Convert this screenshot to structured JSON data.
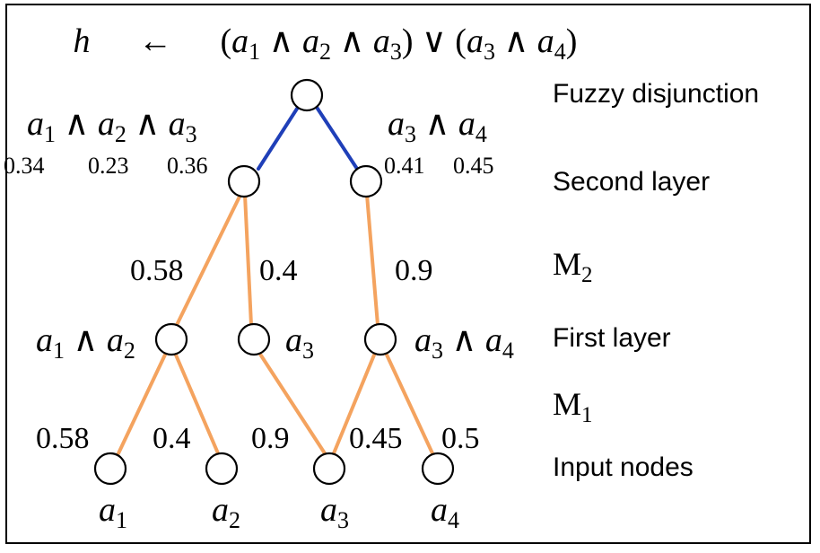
{
  "formula": {
    "head": "h",
    "arrow": "←",
    "body_parts": [
      "(",
      "a",
      "1",
      " ∧ ",
      "a",
      "2",
      " ∧ ",
      "a",
      "3",
      ") ∨ (",
      "a",
      "3",
      " ∧ ",
      "a",
      "4",
      ")"
    ]
  },
  "layer_labels": {
    "disjunction": "Fuzzy disjunction",
    "second_layer": "Second layer",
    "m2_main": "M",
    "m2_sub": "2",
    "first_layer": "First layer",
    "m1_main": "M",
    "m1_sub": "1",
    "input_nodes": "Input nodes"
  },
  "second_layer": {
    "left": {
      "clause": [
        "a",
        "1",
        " ∧ ",
        "a",
        "2",
        " ∧ ",
        "a",
        "3"
      ],
      "weights": [
        "0.34",
        "0.23",
        "0.36"
      ]
    },
    "right": {
      "clause": [
        "a",
        "3",
        " ∧ ",
        "a",
        "4"
      ],
      "weights": [
        "0.41",
        "0.45"
      ]
    }
  },
  "m2_weights": [
    "0.58",
    "0.4",
    "0.9"
  ],
  "first_layer_nodes": [
    {
      "label": [
        "a",
        "1",
        " ∧ ",
        "a",
        "2"
      ]
    },
    {
      "label": [
        "a",
        "3"
      ]
    },
    {
      "label": [
        "a",
        "3",
        " ∧ ",
        "a",
        "4"
      ]
    }
  ],
  "m1_weights": [
    "0.58",
    "0.4",
    "0.9",
    "0.45",
    "0.5"
  ],
  "input_nodes": [
    {
      "var": "a",
      "sub": "1"
    },
    {
      "var": "a",
      "sub": "2"
    },
    {
      "var": "a",
      "sub": "3"
    },
    {
      "var": "a",
      "sub": "4"
    }
  ],
  "colors": {
    "disjunction_edges": "#1f3fb8",
    "conjunction_edges": "#f4a35f"
  }
}
